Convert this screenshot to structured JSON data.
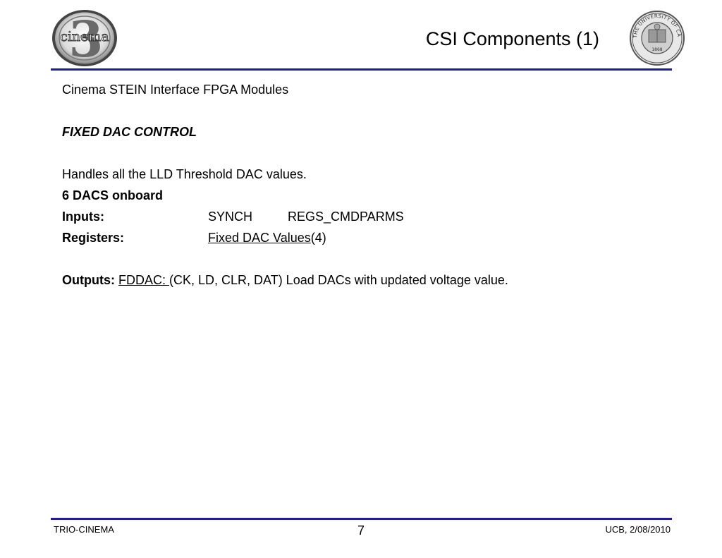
{
  "header": {
    "title": "CSI Components (1)",
    "logo_left_text": "cinema",
    "logo_left_numeral": "3",
    "logo_right_text": "THE UNIVERSITY OF CALIFORNIA",
    "logo_right_year": "1868"
  },
  "body": {
    "subtitle": "Cinema STEIN Interface FPGA Modules",
    "section_heading": "FIXED DAC CONTROL",
    "description": "Handles all the LLD Threshold DAC values.",
    "dacs_onboard": "6 DACS onboard",
    "inputs": {
      "label": "Inputs:",
      "value1": "SYNCH",
      "value2": "REGS_CMDPARMS"
    },
    "registers": {
      "label": "Registers:",
      "link": "Fixed DAC Values",
      "suffix": "(4)"
    },
    "outputs": {
      "label": "Outputs:",
      "link": "FDDAC: ",
      "text": "(CK, LD, CLR, DAT) Load DACs with updated voltage value."
    }
  },
  "footer": {
    "left": "TRIO-CINEMA",
    "page_number": "7",
    "right": "UCB, 2/08/2010"
  },
  "colors": {
    "rule": "#1c1c9c",
    "text": "#000000"
  }
}
